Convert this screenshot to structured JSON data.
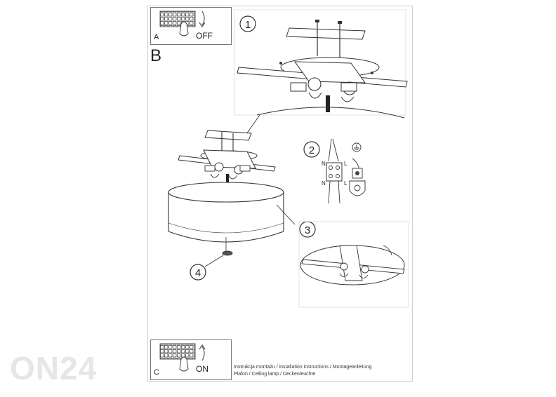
{
  "panel_a": {
    "letter": "A",
    "action": "OFF"
  },
  "panel_b": {
    "letter": "B"
  },
  "panel_c": {
    "letter": "C",
    "action": "ON"
  },
  "steps": [
    "1",
    "2",
    "3",
    "4"
  ],
  "wiring": {
    "neutral": "N",
    "live": "L"
  },
  "footer": {
    "line1": "Instrukcja montażu / installation instructions / Montageanleitung",
    "line2": "Plafon / Ceiling lamp / Deckenleuchte"
  },
  "watermark": "ON24"
}
